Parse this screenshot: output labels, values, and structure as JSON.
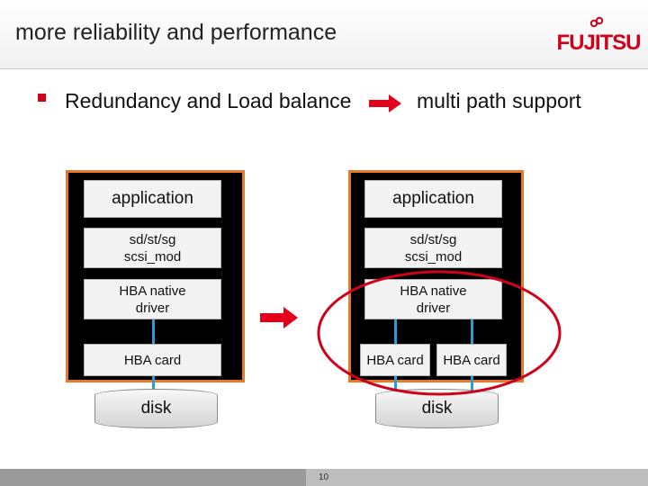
{
  "slide": {
    "title": "more reliability and performance",
    "logo_text": "FUJITSU",
    "bullet": {
      "text": "Redundancy and Load balance",
      "target": "multi path support"
    },
    "before": {
      "application": "application",
      "scsi": "sd/st/sg\nscsi_mod",
      "hba_driver": "HBA native\ndriver",
      "hba_card": "HBA card",
      "disk": "disk"
    },
    "after": {
      "application": "application",
      "scsi": "sd/st/sg\nscsi_mod",
      "hba_driver": "HBA native\ndriver",
      "hba_card_1": "HBA card",
      "hba_card_2": "HBA card",
      "disk": "disk"
    },
    "page_number": "10"
  },
  "colors": {
    "accent_red": "#d0021b",
    "panel_border": "#e8792a",
    "wire_blue": "#2a9bd8"
  }
}
